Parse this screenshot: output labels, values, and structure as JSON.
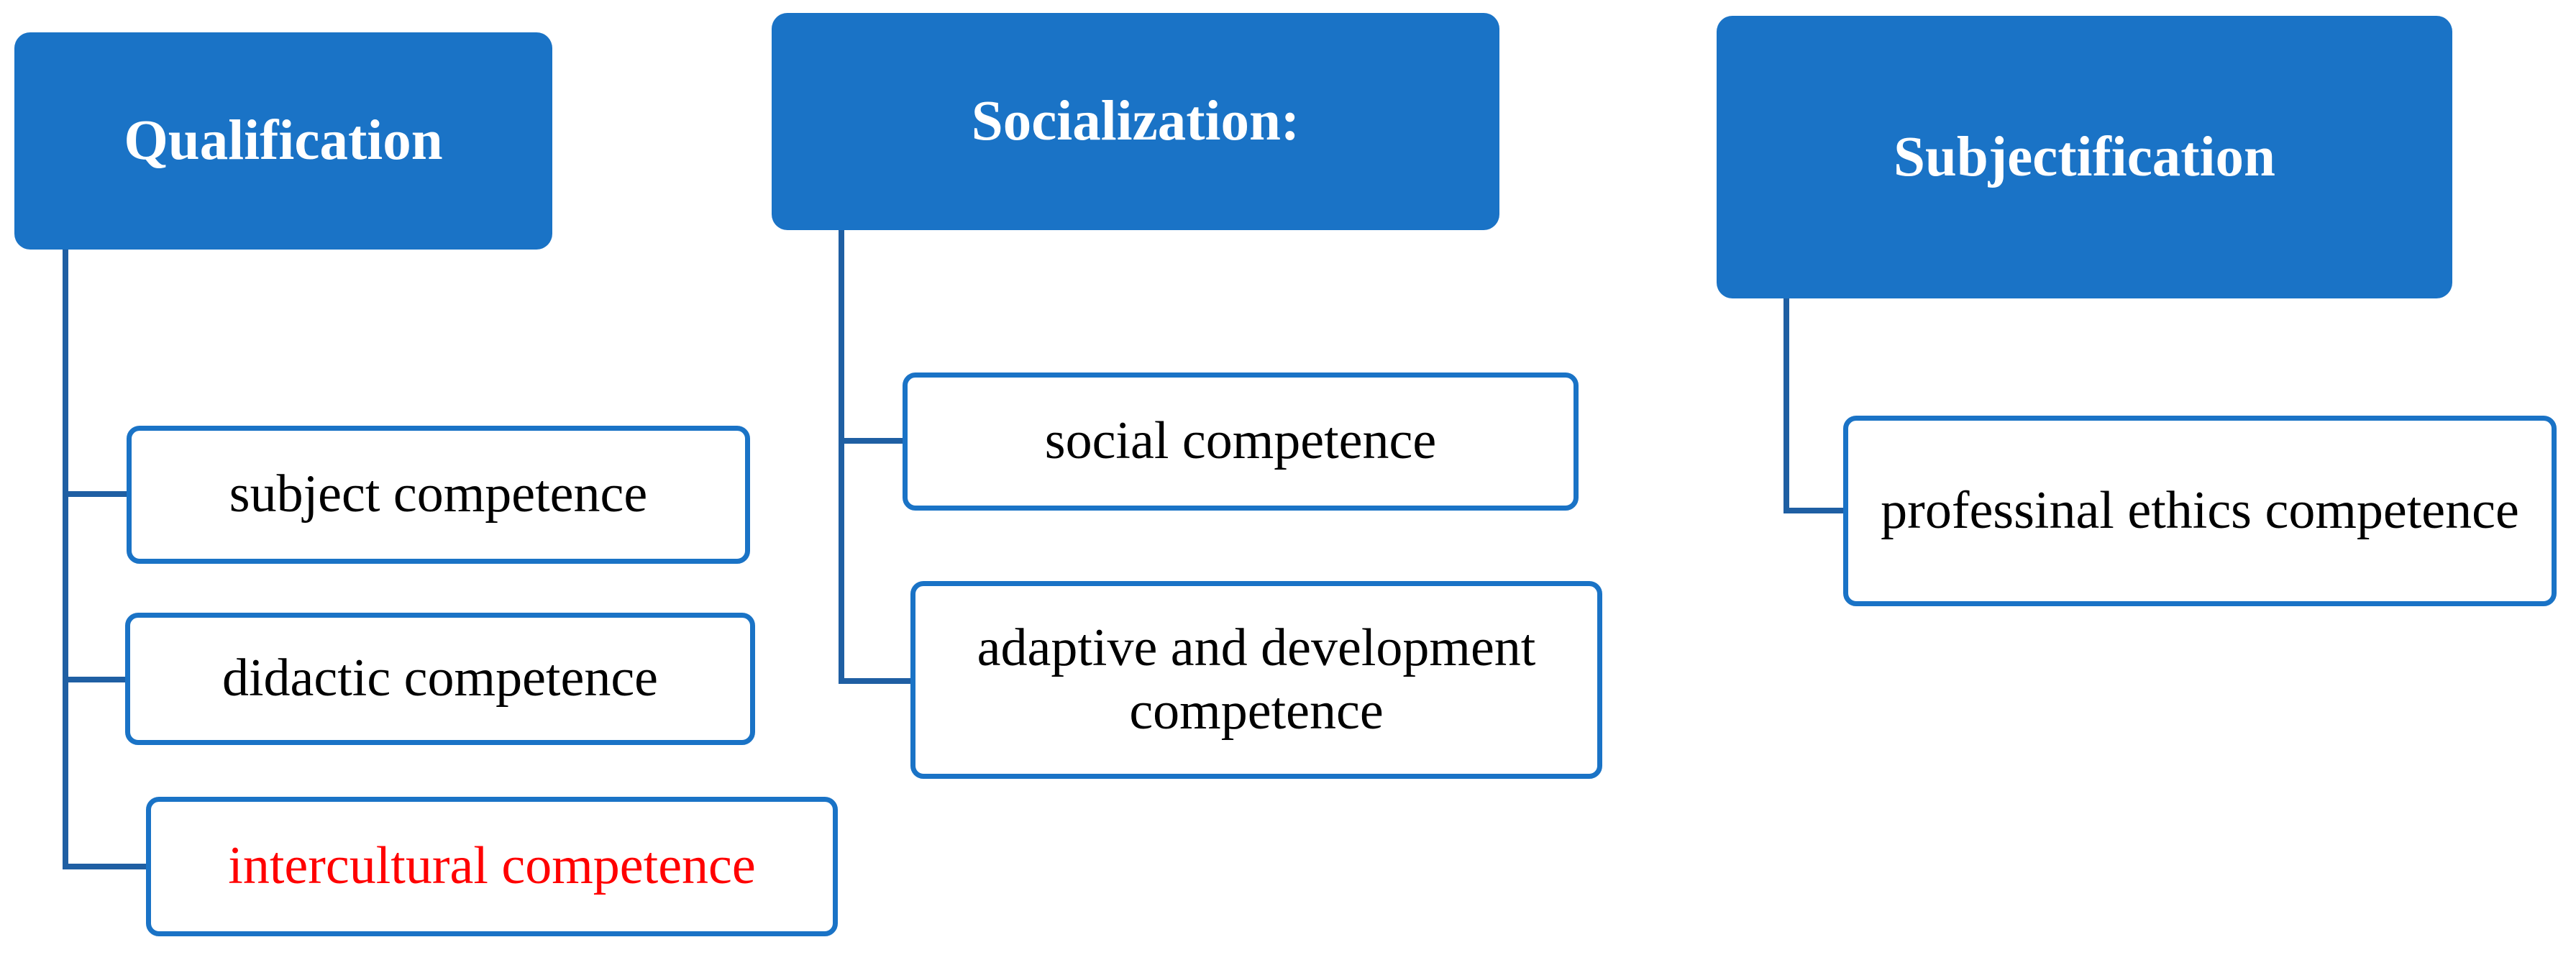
{
  "columns": [
    {
      "header": "Qualification",
      "items": [
        {
          "label": "subject competence",
          "highlight": false
        },
        {
          "label": "didactic competence",
          "highlight": false
        },
        {
          "label": "intercultural competence",
          "highlight": true
        }
      ]
    },
    {
      "header": "Socialization:",
      "items": [
        {
          "label": "social competence",
          "highlight": false
        },
        {
          "label": "adaptive and development competence",
          "highlight": false
        }
      ]
    },
    {
      "header": "Subjectification",
      "items": [
        {
          "label": "professinal ethics competence",
          "highlight": false
        }
      ]
    }
  ],
  "colors": {
    "header_fill": "#1a73c6",
    "child_border": "#1a73c6",
    "connector": "#1f5fa3",
    "highlight_text": "#ff0000"
  }
}
